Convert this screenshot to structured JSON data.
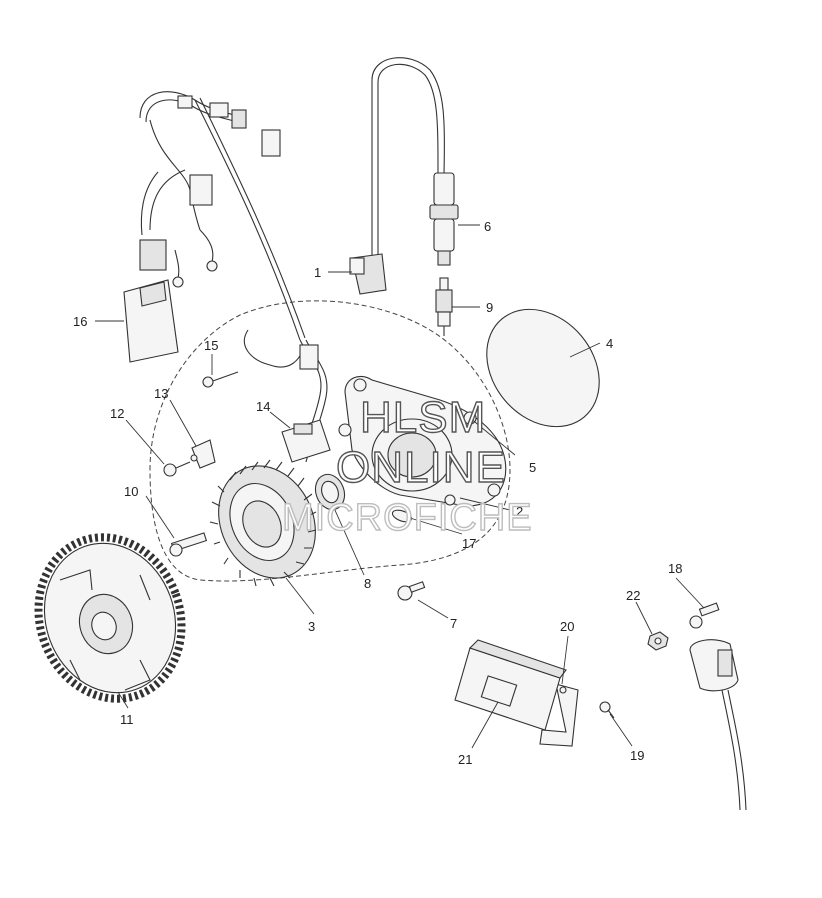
{
  "watermark": {
    "line1": "HLSM",
    "line2": "ONLINE",
    "line3": "MICROFICHE"
  },
  "callouts": [
    {
      "id": "c1",
      "label": "1"
    },
    {
      "id": "c2",
      "label": "2"
    },
    {
      "id": "c3",
      "label": "3"
    },
    {
      "id": "c4",
      "label": "4"
    },
    {
      "id": "c5",
      "label": "5"
    },
    {
      "id": "c6",
      "label": "6"
    },
    {
      "id": "c7",
      "label": "7"
    },
    {
      "id": "c8",
      "label": "8"
    },
    {
      "id": "c9",
      "label": "9"
    },
    {
      "id": "c10",
      "label": "10"
    },
    {
      "id": "c11",
      "label": "11"
    },
    {
      "id": "c12",
      "label": "12"
    },
    {
      "id": "c13",
      "label": "13"
    },
    {
      "id": "c14",
      "label": "14"
    },
    {
      "id": "c15",
      "label": "15"
    },
    {
      "id": "c16",
      "label": "16"
    },
    {
      "id": "c17",
      "label": "17"
    },
    {
      "id": "c18",
      "label": "18"
    },
    {
      "id": "c19",
      "label": "19"
    },
    {
      "id": "c20",
      "label": "20"
    },
    {
      "id": "c21",
      "label": "21"
    },
    {
      "id": "c22",
      "label": "22"
    }
  ]
}
